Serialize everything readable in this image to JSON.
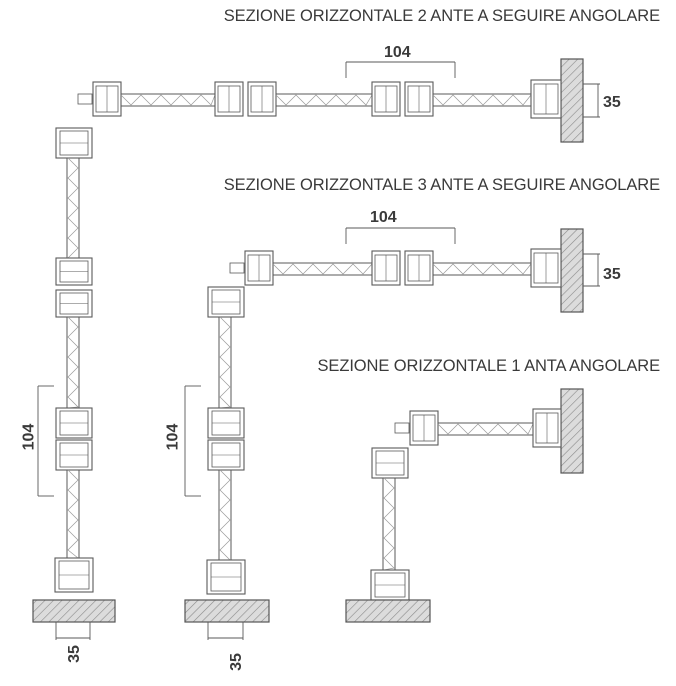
{
  "sections": [
    {
      "id": "two-leaf",
      "title": "SEZIONE ORIZZONTALE 2 ANTE A SEGUIRE ANGOLARE",
      "dim_top": "104",
      "dim_wall": "35",
      "dim_side": "104",
      "dim_bottom": "35"
    },
    {
      "id": "three-leaf",
      "title": "SEZIONE ORIZZONTALE 3 ANTE A SEGUIRE ANGOLARE",
      "dim_top": "104",
      "dim_wall": "35",
      "dim_side": "104",
      "dim_bottom": "35"
    },
    {
      "id": "one-leaf",
      "title": "SEZIONE ORIZZONTALE 1 ANTA ANGOLARE"
    }
  ],
  "colors": {
    "stroke": "#5a5a5a",
    "wall_fill": "#dcdcdc",
    "text": "#3a3a3a"
  }
}
